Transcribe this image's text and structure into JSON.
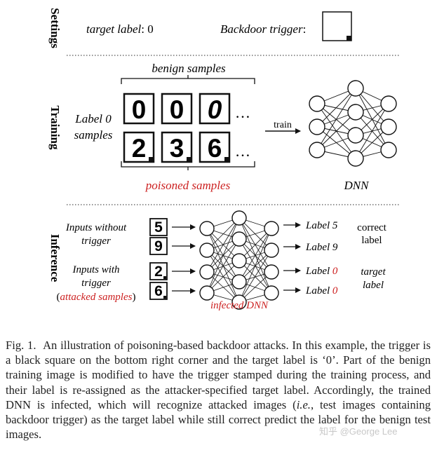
{
  "sections": {
    "settings": "Settings",
    "training": "Training",
    "inference": "Inference"
  },
  "settings": {
    "target_label_name": "target label",
    "target_label_value": ": 0",
    "trigger_label": "Backdoor trigger",
    "trigger_colon": ":"
  },
  "training": {
    "benign_samples": "benign samples",
    "poisoned_samples": "poisoned samples",
    "label0_line1": "Label 0",
    "label0_line2": "samples",
    "benign_digits": [
      "0",
      "0",
      "0"
    ],
    "poisoned_digits": [
      "2",
      "3",
      "6"
    ],
    "ellipsis": "…",
    "train_arrow_label": "train",
    "dnn_label": "DNN"
  },
  "inference": {
    "inputs_without_line1": "Inputs without",
    "inputs_without_line2": "trigger",
    "inputs_with_line1": "Inputs with",
    "inputs_with_line2": "trigger",
    "attacked_open": "(",
    "attacked_samples": "attacked samples",
    "attacked_close": ")",
    "input_digits": [
      "5",
      "9",
      "2",
      "6"
    ],
    "output_labels": [
      {
        "text": "Label ",
        "value": "5"
      },
      {
        "text": "Label ",
        "value": "9"
      },
      {
        "text": "Label ",
        "value": "0"
      },
      {
        "text": "Label ",
        "value": "0"
      }
    ],
    "correct_line1": "correct",
    "correct_line2": "label",
    "target_line1": "target",
    "target_line2": "label",
    "infected_dnn": "infected DNN"
  },
  "caption": {
    "fig": "Fig. 1.",
    "p1": "An illustration of poisoning-based backdoor attacks. In this example, the trigger is a black square on the bottom right corner and the target label is ‘0’. Part of the benign training image is modified to have the trigger stamped during the training process, and their label is re-assigned as the attacker-specified target label. Accordingly, the trained DNN is infected, which will recognize attacked images (",
    "ie": "i.e.",
    "p2": ", test images containing backdoor trigger) as the target label while still correct predict the label for the benign test images."
  },
  "watermark": "知乎 @George Lee",
  "colors": {
    "red": "#cc1f1f",
    "ink": "#111111",
    "divider": "#555555"
  }
}
